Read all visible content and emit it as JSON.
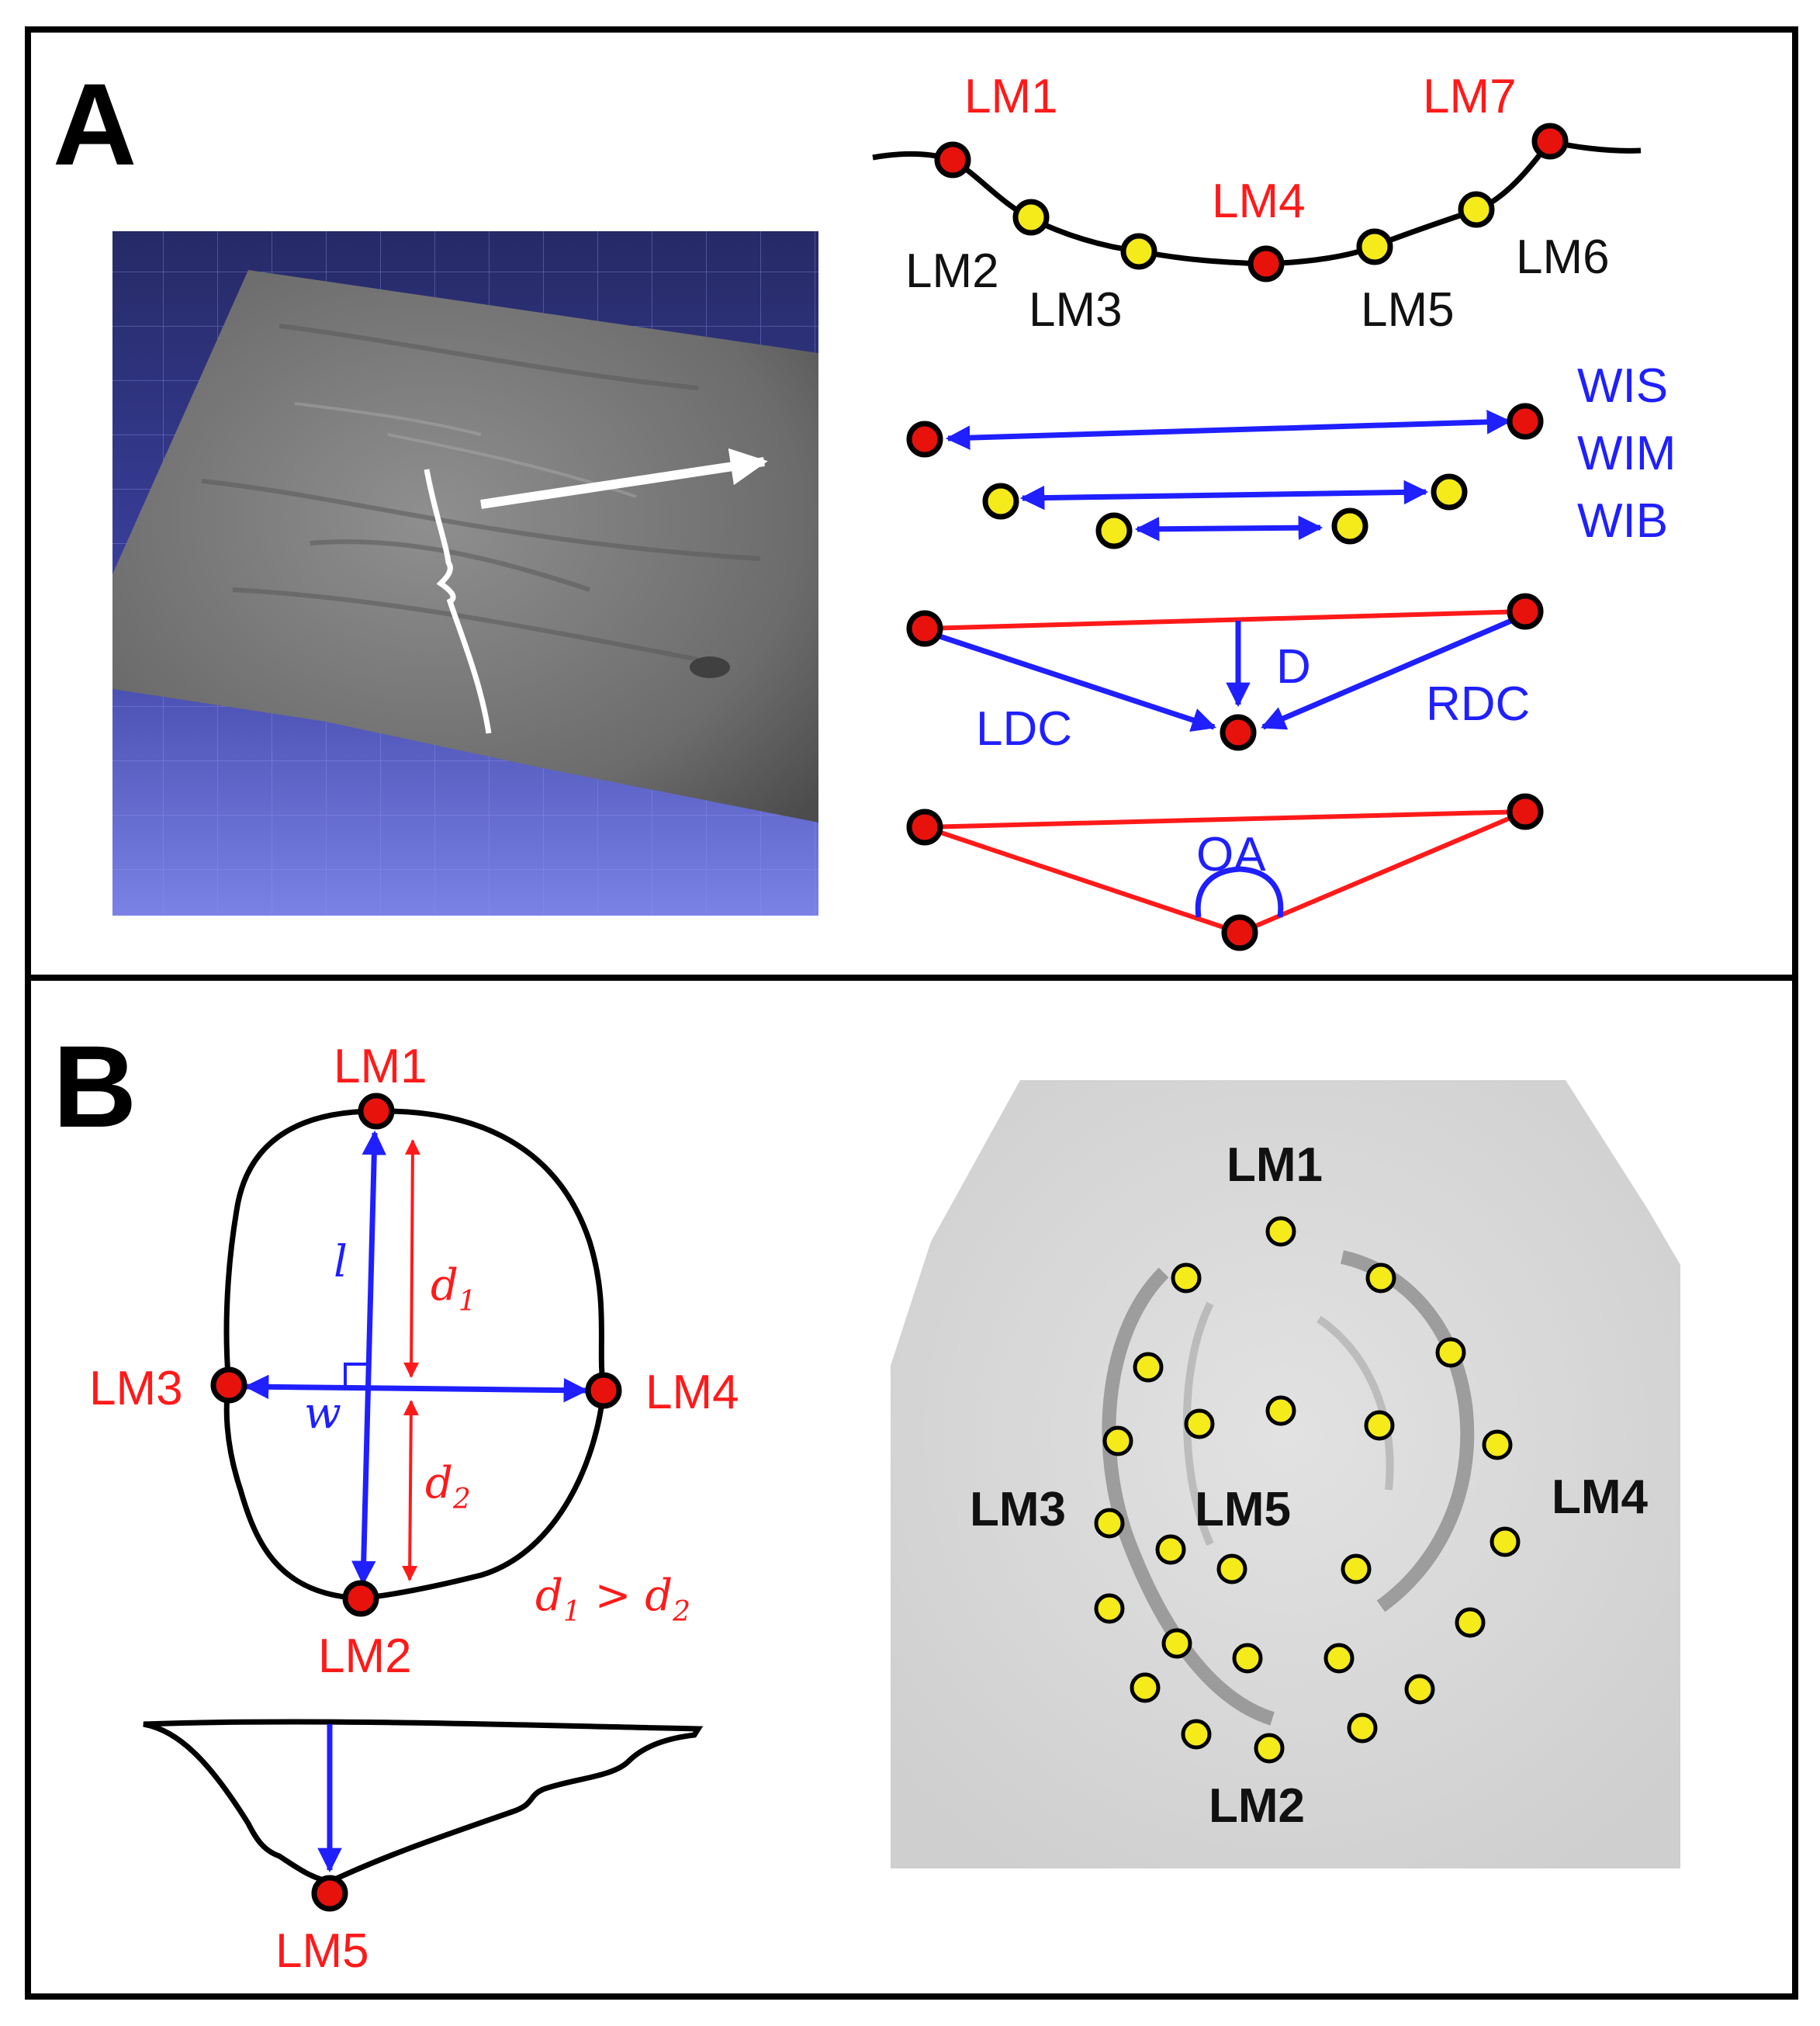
{
  "panels": {
    "a": {
      "letter": "A",
      "curve_landmarks": {
        "lm1": "LM1",
        "lm2": "LM2",
        "lm3": "LM3",
        "lm4": "LM4",
        "lm5": "LM5",
        "lm6": "LM6",
        "lm7": "LM7"
      },
      "widths": {
        "wis": "WIS",
        "wim": "WIM",
        "wib": "WIB"
      },
      "depth": {
        "d": "D",
        "ldc": "LDC",
        "rdc": "RDC"
      },
      "angle": {
        "oa": "OA"
      }
    },
    "b": {
      "letter": "B",
      "outline_landmarks": {
        "lm1": "LM1",
        "lm2": "LM2",
        "lm3": "LM3",
        "lm4": "LM4",
        "lm5": "LM5"
      },
      "math": {
        "l": "l",
        "w": "w",
        "d1": "d",
        "d1_sub": "1",
        "d2": "d",
        "d2_sub": "2",
        "ineq_a": "d",
        "ineq_a_sub": "1",
        "ineq_op": " > ",
        "ineq_b": "d",
        "ineq_b_sub": "2"
      },
      "scan_landmarks": {
        "lm1": "LM1",
        "lm2": "LM2",
        "lm3": "LM3",
        "lm4": "LM4",
        "lm5": "LM5"
      }
    }
  },
  "colors": {
    "landmark_primary": "#e8120c",
    "landmark_semi": "#f5ea1a",
    "measure_blue": "#1f1fff",
    "measure_red": "#ff1a1a",
    "scan_background": "#5c64c8"
  }
}
